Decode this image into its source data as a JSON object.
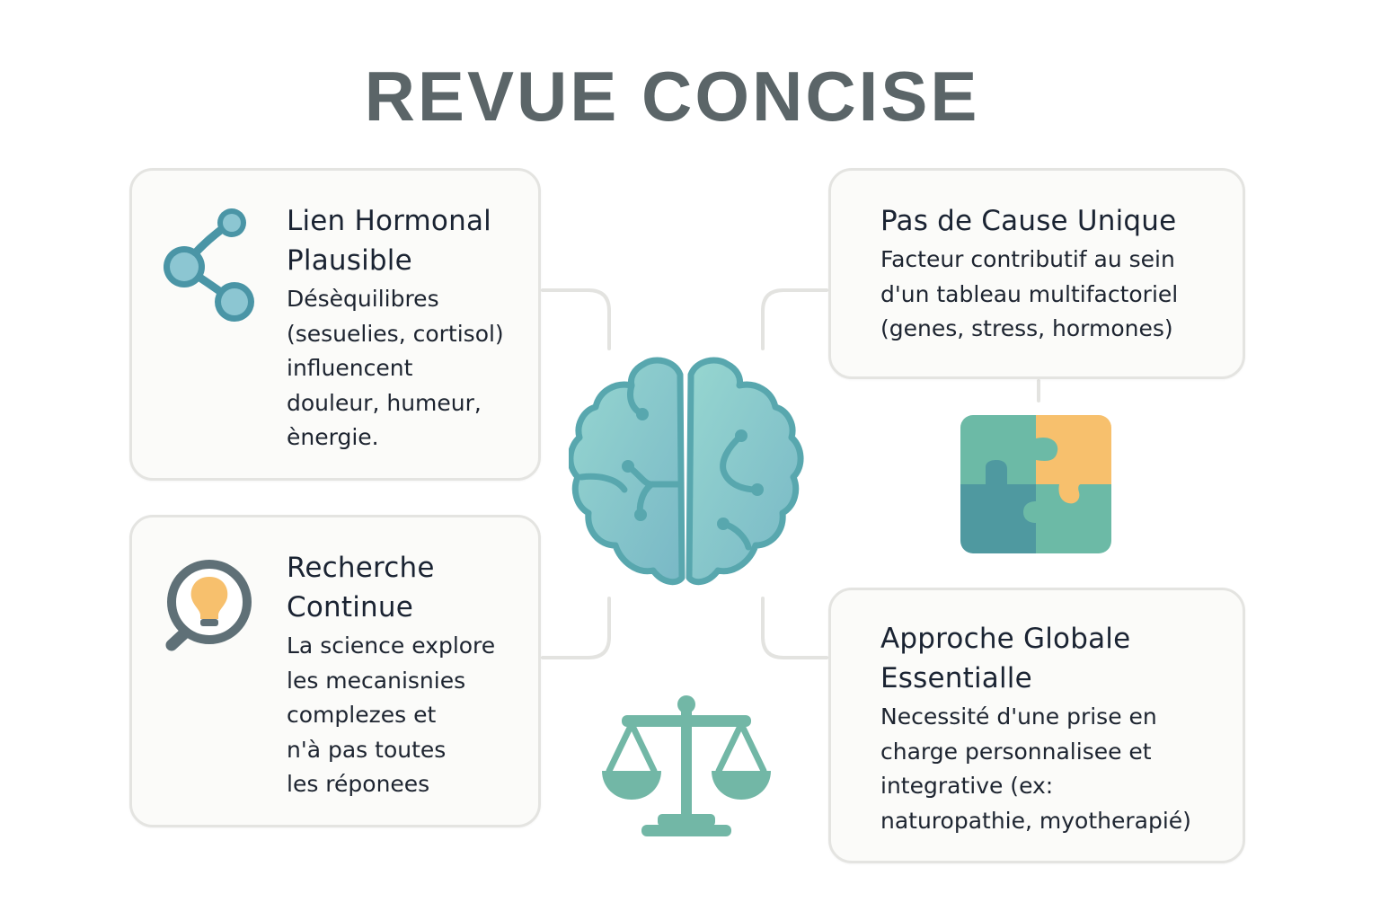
{
  "title": "REVUE CONCISE",
  "colors": {
    "title": "#5b6568",
    "teal_dark": "#4e9aa4",
    "teal_light": "#8ccdcb",
    "teal_mid": "#6fb7a9",
    "amber": "#f7c06d",
    "slate": "#5f7077",
    "card_bg": "#fbfbf9",
    "card_border": "#e4e4e1",
    "connector": "#e2e2df"
  },
  "cards": {
    "hormonal": {
      "icon": "molecule-share-icon",
      "title_lines": [
        "Lien Hormonal",
        "Plausible"
      ],
      "body_lines": [
        "Désèquilibres",
        "(sesuelies, cortisol)",
        "influencent",
        "douleur, humeur,",
        "ènergie."
      ]
    },
    "cause": {
      "title_lines": [
        "Pas de Cause Unique"
      ],
      "body_lines": [
        "Facteur contributif au sein",
        "d'un tableau multifactoriel",
        "(genes, stress, hormones)"
      ]
    },
    "research": {
      "icon": "magnifier-lightbulb-icon",
      "title_lines": [
        "Recherche",
        "Continue"
      ],
      "body_lines": [
        "La science explore",
        "les mecanisnies",
        "complezes et",
        "n'à pas toutes",
        "les réponees"
      ]
    },
    "approach": {
      "title_lines": [
        "Approche Globale",
        "Essentialle"
      ],
      "body_lines": [
        "Necessité d'une prise en",
        "charge personnalisee et",
        "integrative (ex:",
        "naturopathie,  myotherapié)"
      ]
    }
  },
  "center_icons": {
    "brain": "brain-icon",
    "puzzle": "puzzle-icon",
    "scale": "balance-scale-icon"
  }
}
